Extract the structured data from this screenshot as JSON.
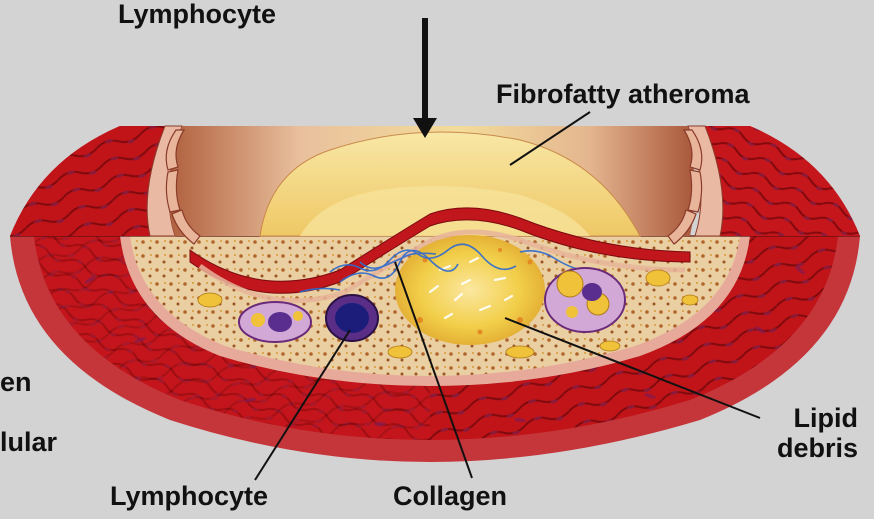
{
  "labels": {
    "top_lymphocyte": "Lymphocyte",
    "fibrofatty_atheroma": "Fibrofatty atheroma",
    "left_partial_1": "en",
    "left_partial_2": "lular",
    "lipid_debris_line1": "Lipid",
    "lipid_debris_line2": "debris",
    "bottom_lymphocyte": "Lymphocyte",
    "collagen": "Collagen"
  },
  "colors": {
    "background": "#d3d3d3",
    "artery_outer": "#c93b3f",
    "muscle_red": "#c3151c",
    "intima_pink": "#e8b3a0",
    "lumen_tan": "#c98a6a",
    "plaque_yellow": "#f2d150",
    "collagen_blue": "#2f6fd0",
    "lymphocyte_purple": "#8a4a9e",
    "leader_line": "#111111"
  }
}
